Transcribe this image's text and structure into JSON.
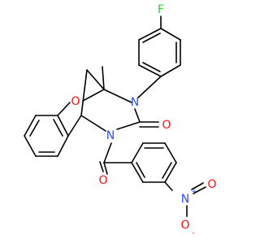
{
  "atoms": [
    {
      "id": "F",
      "label": "F",
      "color": "#33cc33"
    },
    {
      "id": "O-ether",
      "label": "O",
      "color": "#ff0d0d"
    },
    {
      "id": "N-aryl",
      "label": "N",
      "color": "#3050f8"
    },
    {
      "id": "N-acyl",
      "label": "N",
      "color": "#3050f8"
    },
    {
      "id": "O-urea",
      "label": "O",
      "color": "#ff0d0d"
    },
    {
      "id": "O-amide",
      "label": "O",
      "color": "#ff0d0d"
    },
    {
      "id": "N-nitro",
      "label": "N",
      "color": "#3050f8",
      "charge": "+"
    },
    {
      "id": "O-nitro-double",
      "label": "O",
      "color": "#ff0d0d"
    },
    {
      "id": "O-nitro-single",
      "label": "O",
      "color": "#ff0d0d",
      "charge": "-"
    }
  ],
  "colors": {
    "bond": "#000000",
    "background": "#ffffff"
  }
}
